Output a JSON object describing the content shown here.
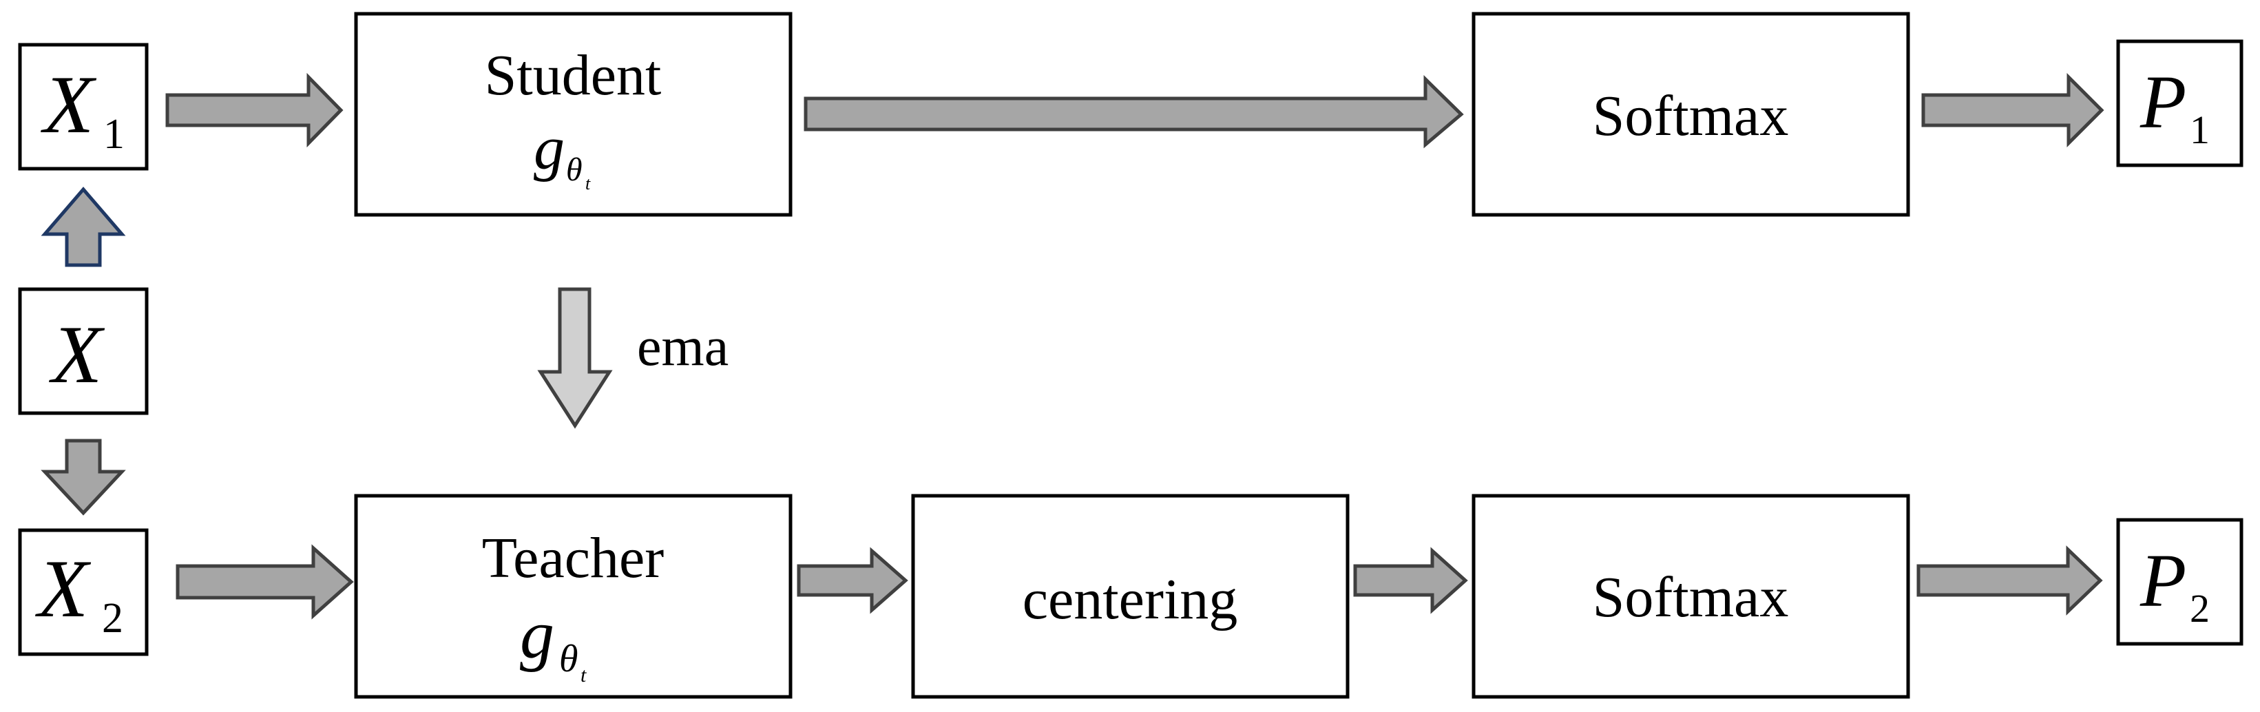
{
  "input": {
    "symbol": "X"
  },
  "view1": {
    "symbol": "X",
    "sub": "1"
  },
  "view2": {
    "symbol": "X",
    "sub": "2"
  },
  "student": {
    "label": "Student",
    "func": "g",
    "param": "θ",
    "param_sub": "t"
  },
  "teacher": {
    "label": "Teacher",
    "func": "g",
    "param": "θ",
    "param_sub": "t"
  },
  "ema": {
    "label": "ema"
  },
  "centering": {
    "label": "centering"
  },
  "softmax_top": {
    "label": "Softmax"
  },
  "softmax_bottom": {
    "label": "Softmax"
  },
  "out1": {
    "symbol": "P",
    "sub": "1"
  },
  "out2": {
    "symbol": "P",
    "sub": "2"
  }
}
